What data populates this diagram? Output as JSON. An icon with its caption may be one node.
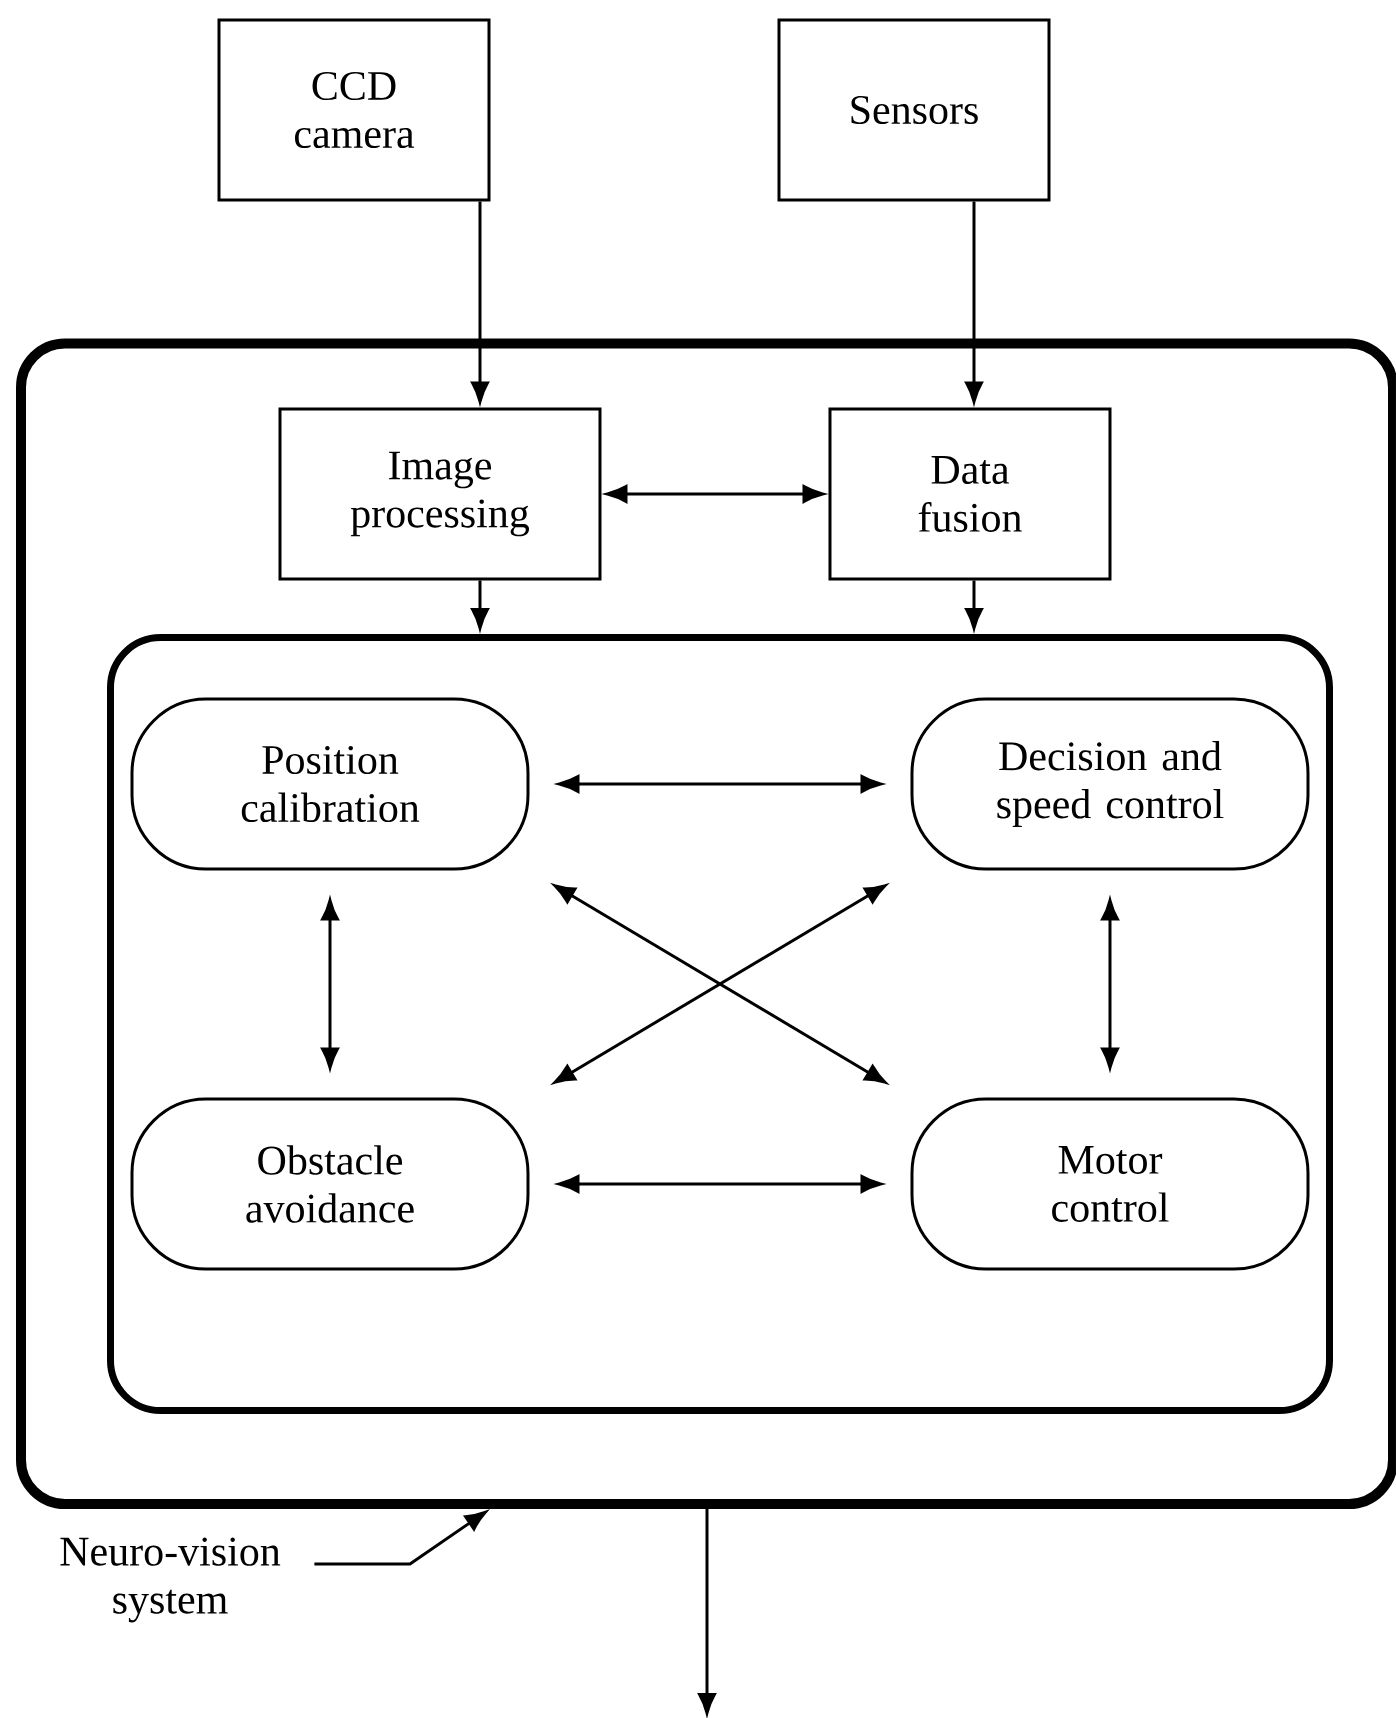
{
  "diagram": {
    "nodes": [
      {
        "text": [
          "CCD camera"
        ]
      },
      {
        "text": [
          "Sensors"
        ]
      },
      {
        "text": [],
        "shape": "box"
      },
      {
        "text": [
          "Image processing"
        ],
        "in": 2
      },
      {
        "text": [
          "Data fusion"
        ],
        "in": 2
      },
      {
        "text": [],
        "shape": "box",
        "in": 2
      },
      {
        "text": [
          "Position calibration"
        ],
        "in": 5
      },
      {
        "text": [
          "Decision and speed control"
        ],
        "in": 5
      },
      {
        "text": [
          "Obstacle avoidance"
        ],
        "in": 5
      },
      {
        "text": [
          "Motor control"
        ],
        "in": 5
      },
      {
        "text": [
          "Neuro-vision system"
        ]
      }
    ],
    "edges": [
      {
        "from": 0,
        "to": 3,
        "arrow": "to"
      },
      {
        "from": 1,
        "to": 4,
        "arrow": "to"
      },
      {
        "from": 3,
        "to": 4,
        "arrow": "both"
      },
      {
        "from": 3,
        "to": 5,
        "arrow": "to"
      },
      {
        "from": 4,
        "to": 5,
        "arrow": "to"
      },
      {
        "from": 6,
        "to": 7,
        "arrow": "both"
      },
      {
        "from": 6,
        "to": 8,
        "arrow": "both"
      },
      {
        "from": 6,
        "to": 9,
        "arrow": "both"
      },
      {
        "from": 7,
        "to": 8,
        "arrow": "both"
      },
      {
        "from": 7,
        "to": 9,
        "arrow": "both"
      },
      {
        "from": 8,
        "to": 9,
        "arrow": "both"
      },
      {
        "from": 10,
        "to": 2,
        "arrow": "to"
      },
      {
        "from": 2,
        "to": null,
        "arrow": "to"
      }
    ]
  }
}
